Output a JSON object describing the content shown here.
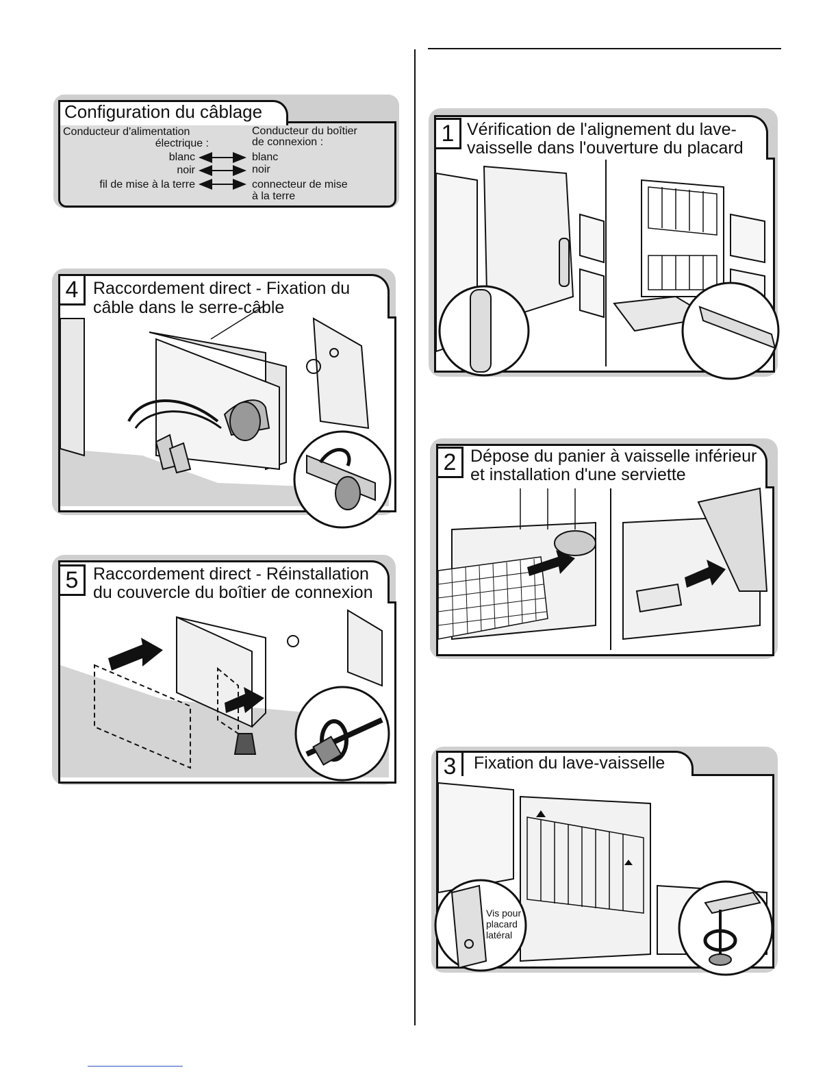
{
  "wiring": {
    "title": "Configuration du câblage",
    "left_header_line1": "Conducteur d'alimentation",
    "left_header_line2": "électrique :",
    "right_header_line1": "Conducteur du boîtier",
    "right_header_line2": "de connexion :",
    "rows": [
      {
        "left": "blanc",
        "right": "blanc"
      },
      {
        "left": "noir",
        "right": "noir"
      },
      {
        "left": "fil de mise à la terre",
        "right_line1": "connecteur de mise",
        "right_line2": "à la terre"
      }
    ]
  },
  "steps": [
    {
      "number": "4",
      "line1": "Raccordement direct - Fixation du",
      "line2": "câble dans le serre-câble"
    },
    {
      "number": "5",
      "line1": "Raccordement direct - Réinstallation",
      "line2": "du couvercle du boîtier de connexion"
    },
    {
      "number": "1",
      "line1": "Vérification de l'alignement du lave-",
      "line2": "vaisselle dans l'ouverture du placard"
    },
    {
      "number": "2",
      "line1": "Dépose du panier à vaisselle inférieur",
      "line2": "et installation d'une serviette"
    },
    {
      "number": "3",
      "line1": "Fixation du lave-vaisselle",
      "line2": ""
    }
  ],
  "step3_callout": {
    "line1": "Vis pour",
    "line2": "placard",
    "line3": "latéral"
  }
}
